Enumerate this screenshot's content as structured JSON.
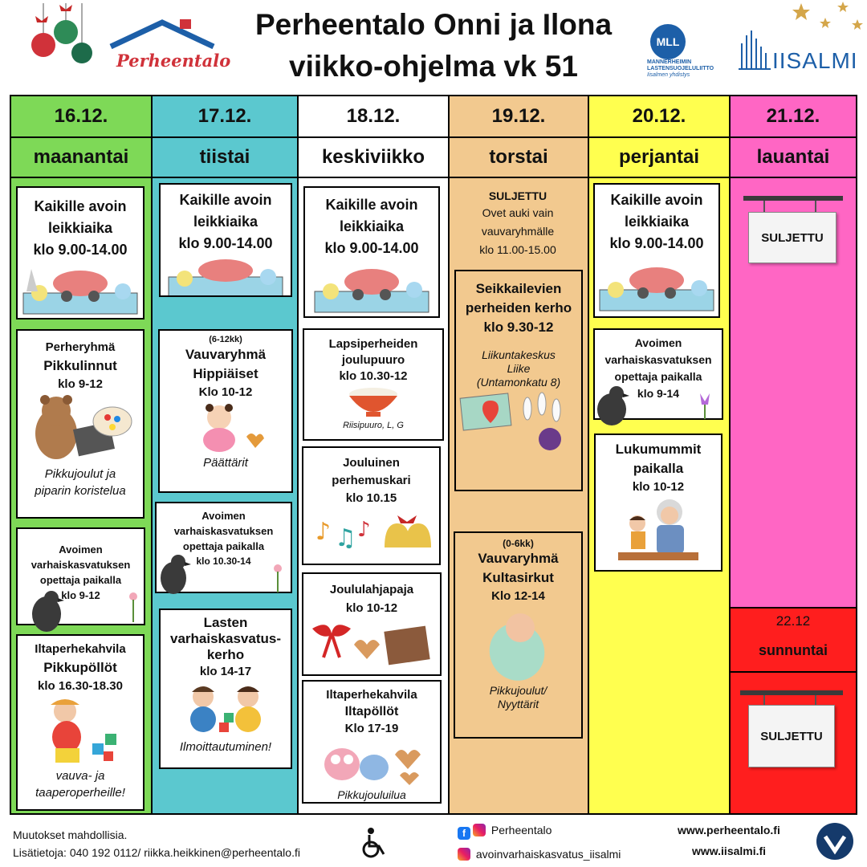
{
  "header": {
    "title_line1": "Perheentalo Onni ja Ilona",
    "title_line2": "viikko-ohjelma vk 51",
    "logo_perheentalo": "Perheentalo",
    "logo_mll": "MLL",
    "logo_mll_text": [
      "MANNERHEIMIN",
      "LASTENSUOJELULIITTO"
    ],
    "logo_mll_sub": "Iisalmen yhdistys",
    "logo_iisalmi": "IISALMI"
  },
  "colors": {
    "monday": "#7ed957",
    "tuesday": "#5bc8cf",
    "wednesday": "#ffffff",
    "thursday": "#f2c98f",
    "friday": "#ffff4f",
    "saturday": "#ff66c4",
    "sunday": "#ff1e1e",
    "logo_red": "#d0323a",
    "logo_blue": "#1d5fa8"
  },
  "days": [
    {
      "date": "16.12.",
      "name": "maanantai",
      "events": [
        {
          "lines": [
            "Kaikille avoin",
            "leikkiaika",
            "klo 9.00-14.00"
          ],
          "icon": "toys-box-icon"
        },
        {
          "lines": [
            "Perheryhmä",
            "Pikkulinnut",
            "klo 9-12"
          ],
          "note": [
            "Pikkujoulut ja",
            "piparin koristelua"
          ],
          "icon": "teddy-paint-icon"
        },
        {
          "lines": [
            "Avoimen",
            "varhaiskasvatuksen",
            "opettaja paikalla",
            "klo 9-12"
          ],
          "icon": "crow-flower-icon"
        },
        {
          "lines": [
            "Iltaperhekahvila",
            "Pikkupöllöt",
            "klo 16.30-18.30"
          ],
          "note": [
            "vauva- ja",
            "taaperoperheille!"
          ],
          "icon": "toddler-blocks-icon"
        }
      ]
    },
    {
      "date": "17.12.",
      "name": "tiistai",
      "events": [
        {
          "lines": [
            "Kaikille avoin",
            "leikkiaika",
            "klo 9.00-14.00"
          ],
          "icon": "toys-box-icon"
        },
        {
          "pre": "(6-12kk)",
          "lines": [
            "Vauvaryhmä",
            "Hippiäiset",
            "Klo 10-12"
          ],
          "note": [
            "Päättärit"
          ],
          "icon": "baby-icon"
        },
        {
          "lines": [
            "Avoimen",
            "varhaiskasvatuksen",
            "opettaja paikalla",
            "klo 10.30-14"
          ],
          "icon": "crow-flower-icon"
        },
        {
          "lines": [
            "Lasten",
            "varhaiskasvatus-",
            "kerho",
            "klo 14-17"
          ],
          "note": [
            "Ilmoittautuminen!"
          ],
          "icon": "kids-playing-icon"
        }
      ]
    },
    {
      "date": "18.12.",
      "name": "keskiviikko",
      "events": [
        {
          "lines": [
            "Kaikille avoin",
            "leikkiaika",
            "klo 9.00-14.00"
          ],
          "icon": "toys-box-icon"
        },
        {
          "lines": [
            "Lapsiperheiden",
            "joulupuuro",
            "klo 10.30-12"
          ],
          "note": [
            "Riisipuuro, L, G"
          ],
          "icon": "porridge-bowl-icon"
        },
        {
          "lines": [
            "Jouluinen",
            "perhemuskari",
            "klo 10.15"
          ],
          "icon": "music-bells-icon"
        },
        {
          "lines": [
            "Joululahjapaja",
            "klo 10-12"
          ],
          "icon": "gift-icon"
        },
        {
          "lines": [
            "Iltaperhekahvila",
            "Iltapöllöt",
            "Klo 17-19"
          ],
          "note": [
            "Pikkujouluilua"
          ],
          "icon": "owls-icon"
        }
      ]
    },
    {
      "date": "19.12.",
      "name": "torstai",
      "events": [
        {
          "lines": [
            "SULJETTU"
          ],
          "sub": [
            "Ovet auki vain",
            "vauvaryhmälle",
            "klo 11.00-15.00"
          ]
        },
        {
          "lines": [
            "Seikkailevien",
            "perheiden kerho",
            "klo 9.30-12"
          ],
          "note": [
            "Liikuntakeskus",
            "Liike",
            "(Untamonkatu 8)"
          ],
          "icon": "map-bowling-icon"
        },
        {
          "pre": "(0-6kk)",
          "lines": [
            "Vauvaryhmä",
            "Kultasirkut",
            "Klo 12-14"
          ],
          "note": [
            "Pikkujoulut/",
            "Nyyttärit"
          ],
          "icon": "swaddled-baby-icon"
        }
      ]
    },
    {
      "date": "20.12.",
      "name": "perjantai",
      "events": [
        {
          "lines": [
            "Kaikille avoin",
            "leikkiaika",
            "klo 9.00-14.00"
          ],
          "icon": "toys-box-icon"
        },
        {
          "lines": [
            "Avoimen",
            "varhaiskasvatuksen",
            "opettaja paikalla",
            "klo 9-14"
          ],
          "icon": "crow-flower-icon"
        },
        {
          "lines": [
            "Lukumummit",
            "paikalla",
            "klo 10-12"
          ],
          "icon": "grandma-reading-icon"
        }
      ]
    },
    {
      "date": "21.12.",
      "name": "lauantai",
      "sign": "SULJETTU"
    }
  ],
  "sunday": {
    "date": "22.12",
    "name": "sunnuntai",
    "sign": "SULJETTU"
  },
  "footer": {
    "changes": "Muutokset mahdollisia.",
    "contact": "Lisätietoja: 040 192 0112/ riikka.heikkinen@perheentalo.fi",
    "social_fb": "Perheentalo",
    "social_ig": "avoinvarhaiskasvatus_iisalmi",
    "web1": "www.perheentalo.fi",
    "web2": "www.iisalmi.fi"
  }
}
